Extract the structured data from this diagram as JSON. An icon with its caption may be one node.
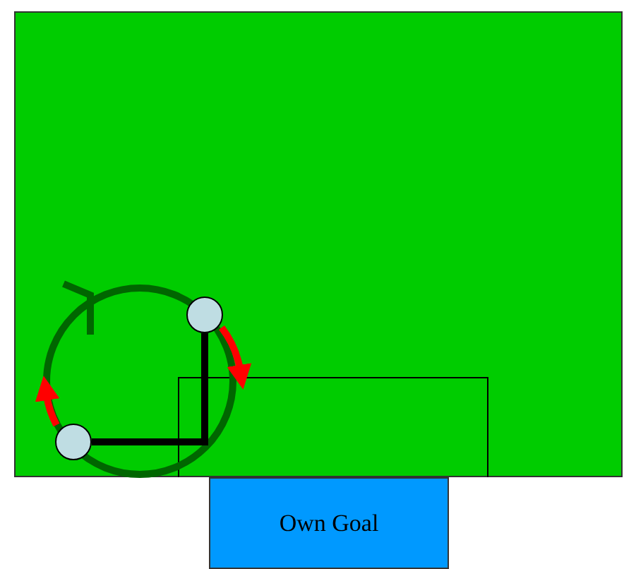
{
  "diagram": {
    "nodes": [
      {
        "text": [
          "Own Goal"
        ]
      },
      {
        "text": [],
        "shape": "circle"
      },
      {
        "text": [],
        "shape": "circle"
      }
    ],
    "edges": [
      {
        "from": 1,
        "to": 2,
        "arrow": "none"
      }
    ]
  }
}
